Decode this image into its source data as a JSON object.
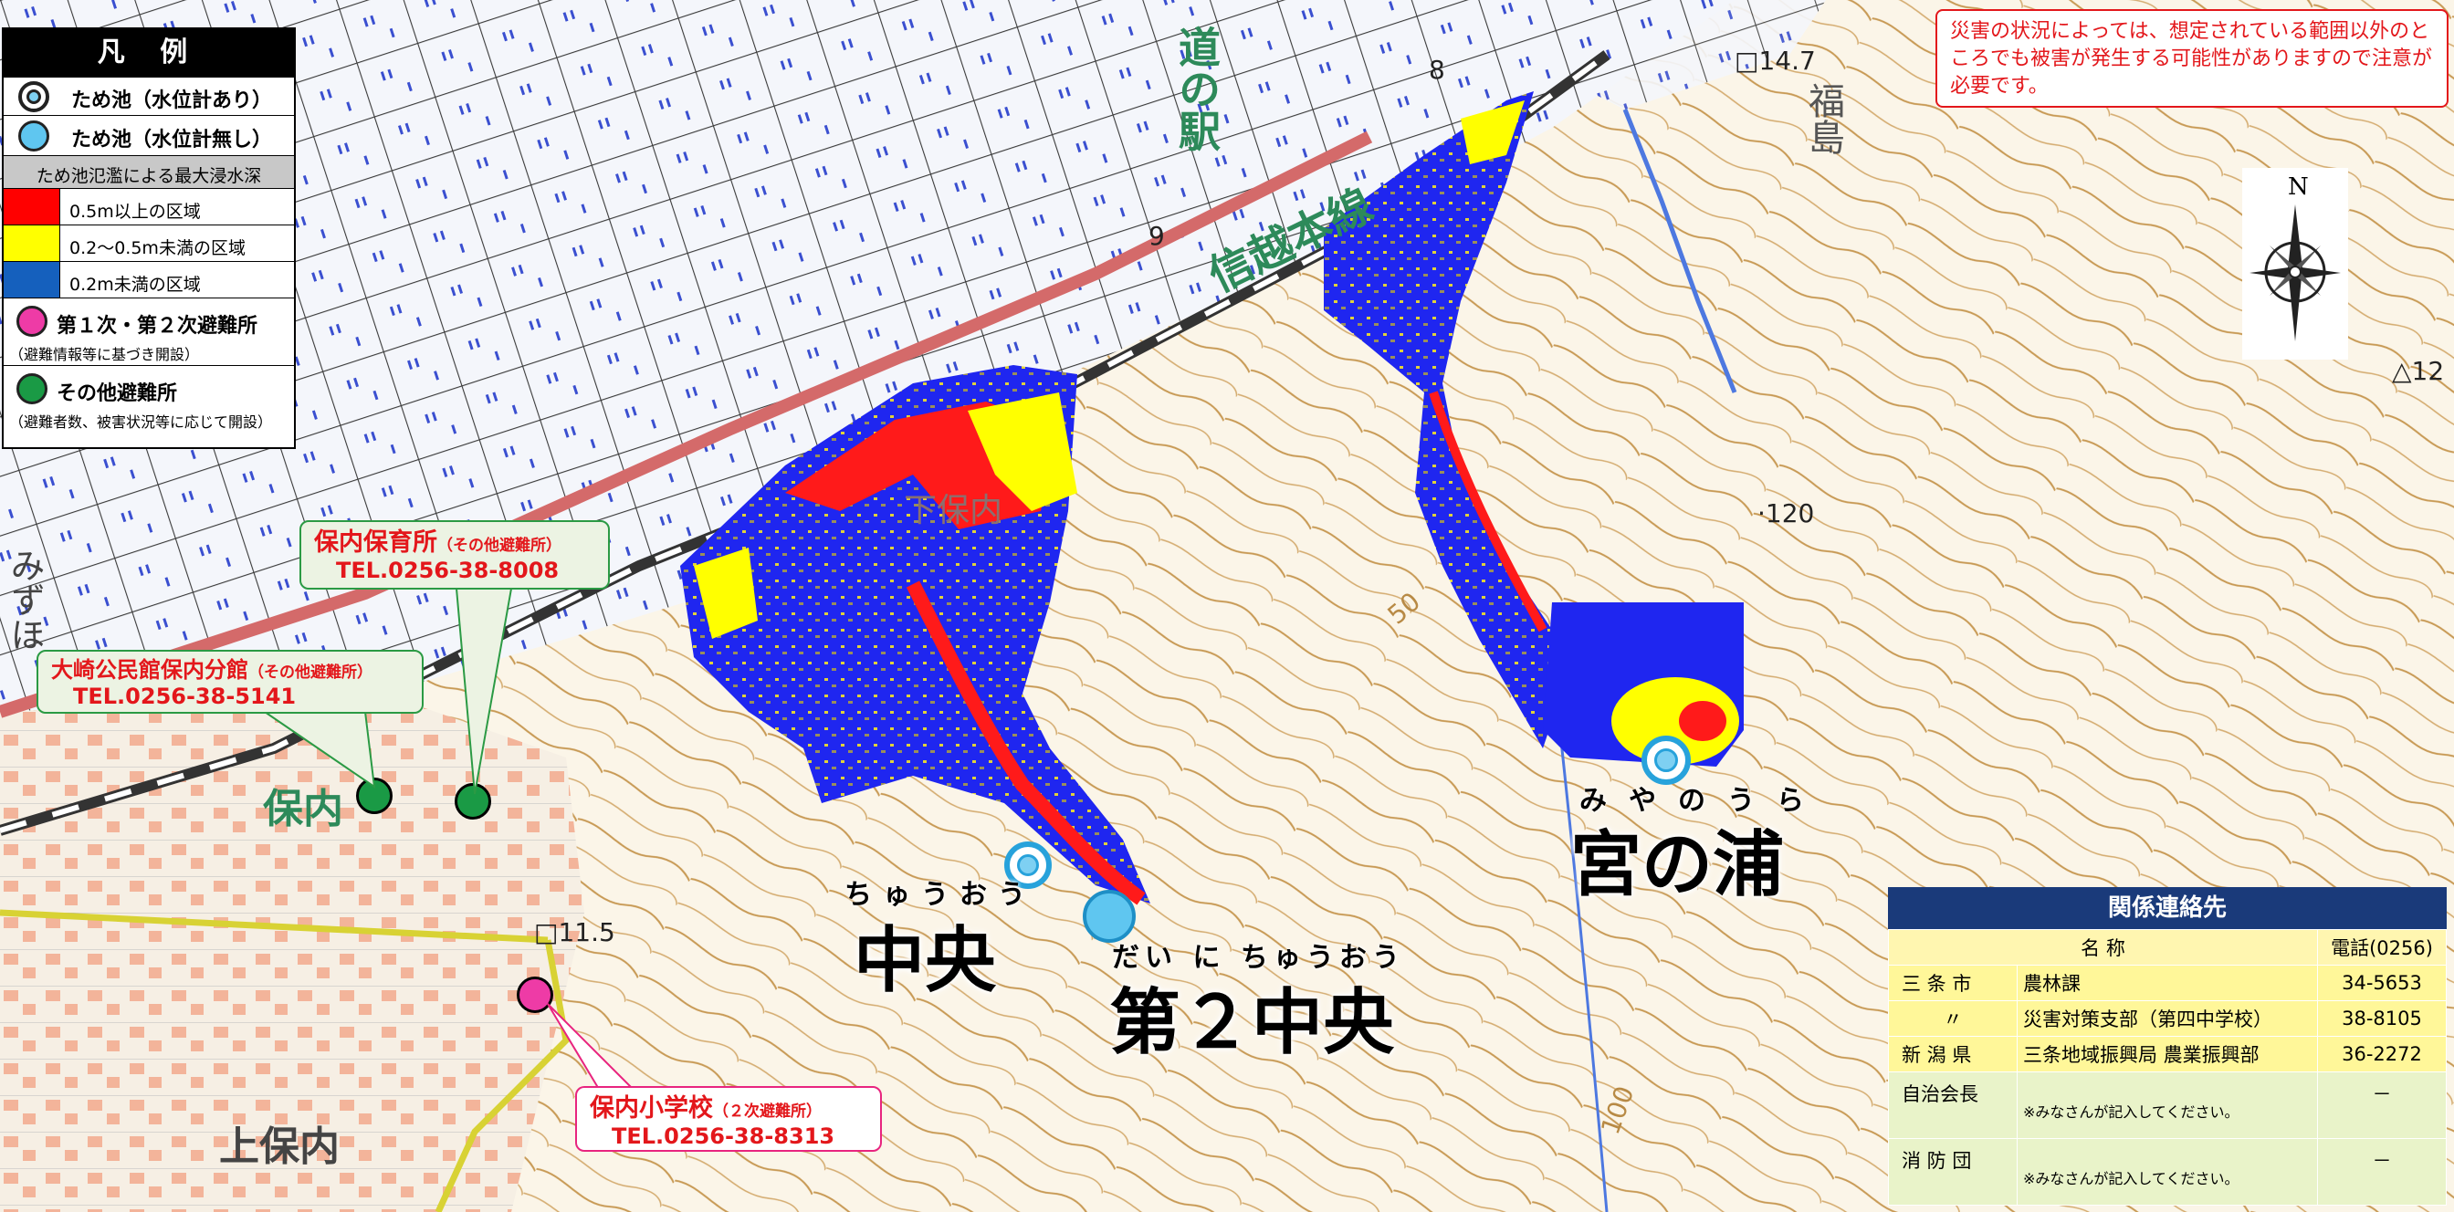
{
  "legend": {
    "title": "凡 例",
    "items": [
      {
        "label": "ため池（水位計あり）"
      },
      {
        "label": "ため池（水位計無し）"
      }
    ],
    "depth_header": "ため池氾濫による最大浸水深",
    "depth_items": [
      {
        "label": "0.5m以上の区域",
        "color": "#ff0000"
      },
      {
        "label": "0.2～0.5m未満の区域",
        "color": "#ffff00"
      },
      {
        "label": "0.2m未満の区域",
        "color": "#1560bd"
      }
    ],
    "shelter_primary": {
      "label": "第１次・第２次避難所",
      "note": "（避難情報等に基づき開設）",
      "color": "#ee3ba6"
    },
    "shelter_other": {
      "label": "その他避難所",
      "note": "（避難者数、被害状況等に応じて開設）",
      "color": "#1a9a45"
    }
  },
  "callouts": {
    "nursery": {
      "name": "保内保育所",
      "tag": "（その他避難所）",
      "tel": "TEL.0256-38-8008"
    },
    "hall": {
      "name": "大崎公民館保内分館",
      "tag": "（その他避難所）",
      "tel": "TEL.0256-38-5141"
    },
    "school": {
      "name": "保内小学校",
      "tag": "（２次避難所）",
      "tel": "TEL.0256-38-8313"
    }
  },
  "ponds": {
    "chuo": {
      "name": "中央",
      "reading": "ちゅうおう"
    },
    "dai2": {
      "name": "第２中央",
      "reading": "だい に ちゅうおう"
    },
    "miyanoura": {
      "name": "宮の浦",
      "reading": "みやのうら"
    }
  },
  "map_text": {
    "michi_no_eki": "道の駅",
    "shinetsu": "信越本線",
    "hounai": "保内",
    "kamihounai": "上保内",
    "mizuho": "みずほ",
    "fukushima": "福島",
    "shimohonai": "下保内",
    "elev_120": "·120",
    "elev_14_7": "□14.7",
    "elev_11_5": "□11.5",
    "elev_12": "△12",
    "elev_8": "8",
    "elev_9": "9",
    "elev_50": "50",
    "elev_100": "100",
    "compass_n": "N"
  },
  "notice": "災害の状況によっては、想定されている範囲以外のところでも被害が発生する可能性がありますので注意が必要です。",
  "contact": {
    "title": "関係連絡先",
    "col_name": "名 称",
    "col_tel": "電話(0256)",
    "rows": [
      {
        "org": "三 条 市",
        "dept": "農林課",
        "tel": "34-5653"
      },
      {
        "org": "〃",
        "dept": "災害対策支部（第四中学校）",
        "tel": "38-8105"
      },
      {
        "org": "新 潟 県",
        "dept": "三条地域振興局 農業振興部",
        "tel": "36-2272"
      },
      {
        "org": "自治会長",
        "dept": "",
        "note": "※みなさんが記入してください。",
        "tel": "－"
      },
      {
        "org": "消 防 団",
        "dept": "",
        "note": "※みなさんが記入してください。",
        "tel": "－"
      }
    ]
  }
}
